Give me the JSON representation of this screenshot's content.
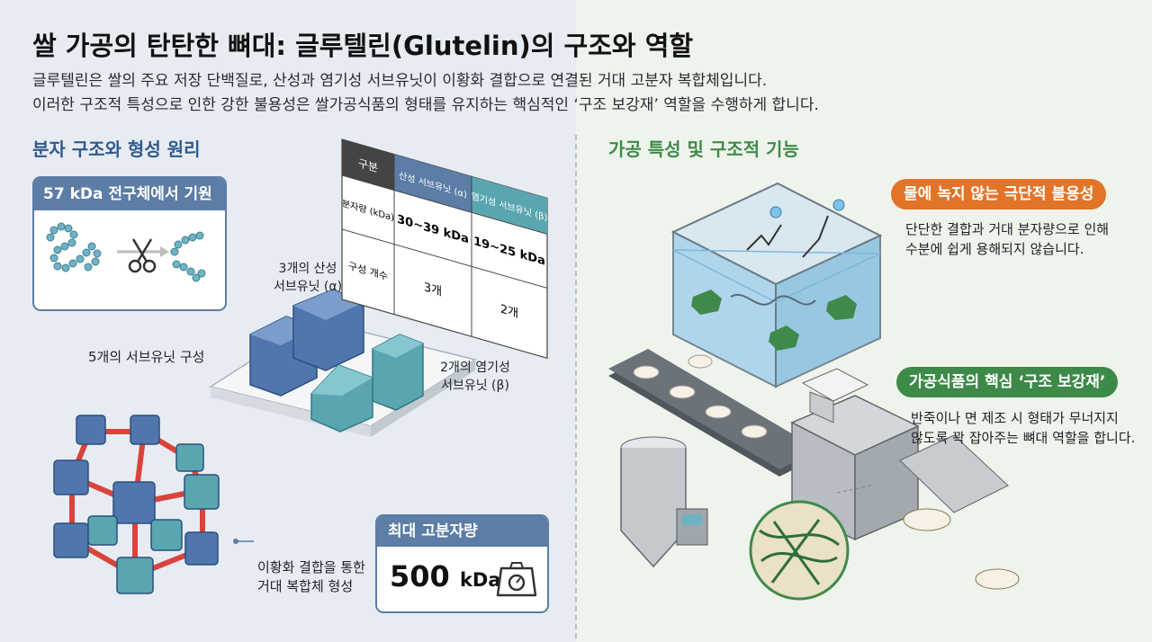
{
  "title": "쌀 가공의 탄탄한 뼈대: 글루텔린(Glutelin)의 구조와 역할",
  "subtitle": [
    "글루텔린은 쌀의 주요 저장 단백질로, 산성과 염기성 서브유닛이 이황화 결합으로 연결된 거대 고분자 복합체입니다.",
    "이러한 구조적 특성으로 인한 강한 불용성은 쌀가공식품의 형태를 유지하는 핵심적인 ‘구조 보강재’ 역할을 수행하게 합니다."
  ],
  "left": {
    "section_title": "분자 구조와 형성 원리",
    "precursor_card": {
      "title": "57 kDa 전구체에서 기원",
      "icon": "scissors-icon"
    },
    "table": {
      "headers": [
        "구분",
        "산성 서브유닛 (α)",
        "염기성 서브유닛 (β)"
      ],
      "rows": [
        {
          "label": "분자량 (kDa)",
          "cells": [
            "30~39 kDa",
            "19~25 kDa"
          ]
        },
        {
          "label": "구성 개수",
          "cells": [
            "3개",
            "2개"
          ]
        }
      ]
    },
    "labels": {
      "acidic": [
        "3개의 산성",
        "서브유닛 (α)"
      ],
      "basic": [
        "2개의 염기성",
        "서브유닛 (β)"
      ],
      "five_subunits": "5개의 서브유닛 구성",
      "disulfide": [
        "이황화 결합을 통한",
        "거대 복합체 형성"
      ]
    },
    "weight_box": {
      "title": "최대 고분자량",
      "value": "500",
      "unit": "kDa",
      "icon": "scale-icon"
    }
  },
  "right": {
    "section_title": "가공 특성 및 구조적 기능",
    "insoluble": {
      "title": "물에 녹지 않는 극단적 불용성",
      "text": [
        "단단한 결합과 거대 분자량으로 인해",
        "수분에 쉽게 용해되지 않습니다."
      ]
    },
    "reinforcer": {
      "title": "가공식품의 핵심 ‘구조 보강재’",
      "text": [
        "반죽이나 면 제조 시 형태가 무너지지",
        "않도록 꽉 잡아주는 뼈대 역할을 합니다."
      ]
    }
  },
  "colors": {
    "acidic": "#4f77ad",
    "basic": "#5aa6b0",
    "insoluble": "#e27428",
    "reinforcer": "#3d8a48",
    "link": "#d9443a"
  }
}
